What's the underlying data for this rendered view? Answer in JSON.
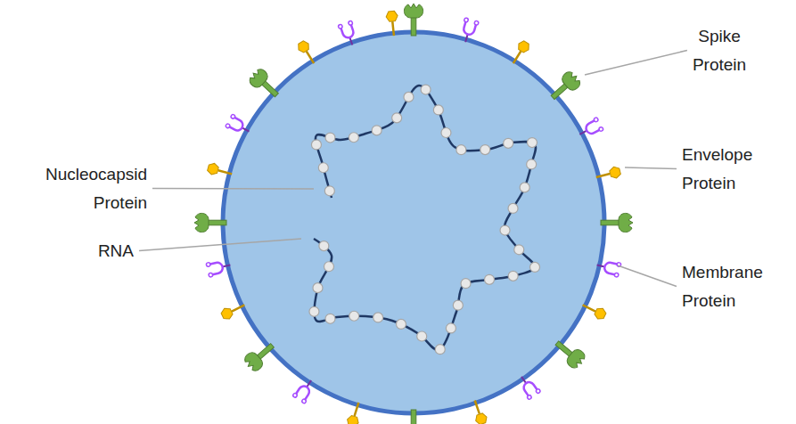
{
  "diagram": {
    "labels": [
      "Spike Protein",
      "Envelope Protein",
      "Nucleocapsid Protein",
      "RNA",
      "Membrane Protein"
    ]
  }
}
